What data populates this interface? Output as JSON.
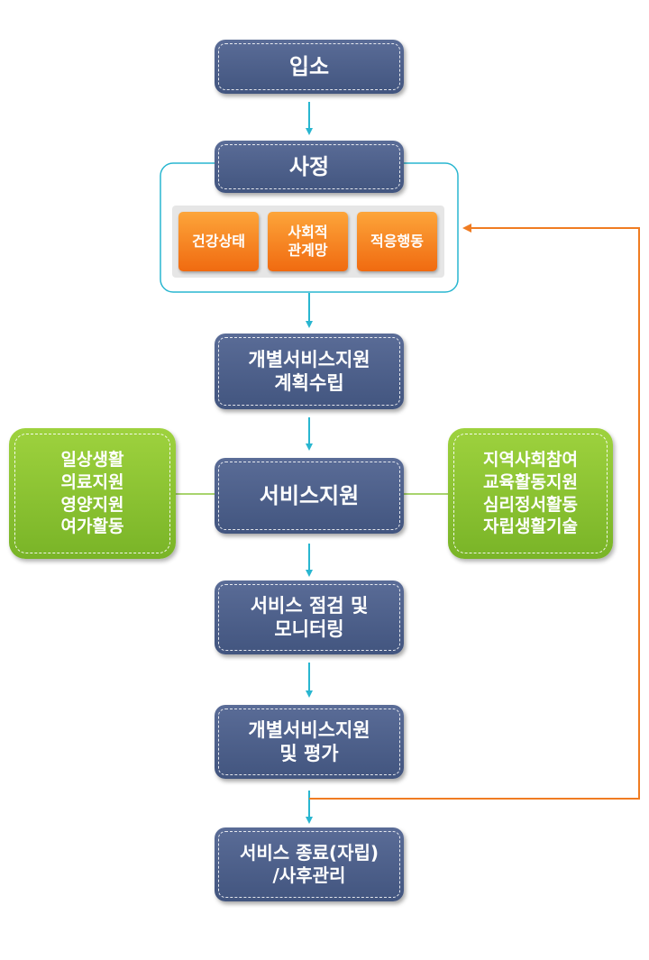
{
  "nodes": {
    "admission": "입소",
    "assessment": "사정",
    "plan": "개별서비스지원\n계획수립",
    "service_support": "서비스지원",
    "monitoring": "서비스 점검 및\n모니터링",
    "evaluation": "개별서비스지원\n및 평가",
    "termination": "서비스 종료(자립)\n/사후관리"
  },
  "assessment_items": [
    "건강상태",
    "사회적\n관계망",
    "적응행동"
  ],
  "left_services": "일상생활\n의료지원\n영양지원\n여가활동",
  "right_services": "지역사회참여\n교육활동지원\n심리정서활동\n자립생활기술",
  "colors": {
    "node": "#4a5b86",
    "sub_item": "#f47c1c",
    "side_box": "#8cc63f",
    "arrow": "#29b6d0",
    "feedback_arrow": "#f07c22"
  }
}
